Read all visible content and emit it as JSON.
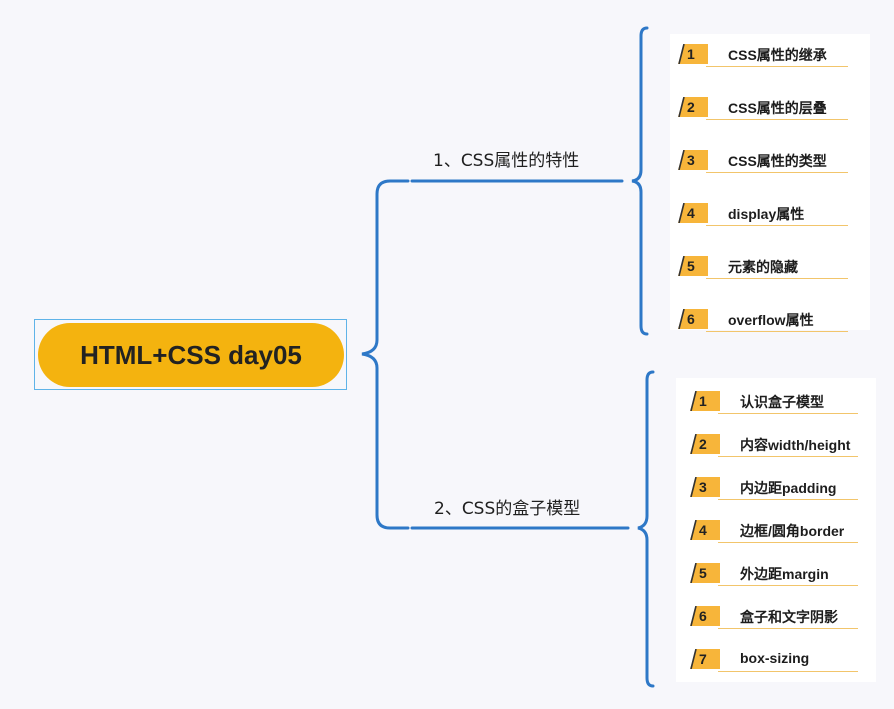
{
  "root": {
    "title": "HTML+CSS day05"
  },
  "branches": [
    {
      "label": "1、CSS属性的特性",
      "items": [
        {
          "num": "1",
          "text": "CSS属性的继承"
        },
        {
          "num": "2",
          "text": "CSS属性的层叠"
        },
        {
          "num": "3",
          "text": "CSS属性的类型"
        },
        {
          "num": "4",
          "text": "display属性"
        },
        {
          "num": "5",
          "text": "元素的隐藏"
        },
        {
          "num": "6",
          "text": "overflow属性"
        }
      ]
    },
    {
      "label": "2、CSS的盒子模型",
      "items": [
        {
          "num": "1",
          "text": "认识盒子模型"
        },
        {
          "num": "2",
          "text": "内容width/height"
        },
        {
          "num": "3",
          "text": "内边距padding"
        },
        {
          "num": "4",
          "text": "边框/圆角border"
        },
        {
          "num": "5",
          "text": "外边距margin"
        },
        {
          "num": "6",
          "text": "盒子和文字阴影"
        },
        {
          "num": "7",
          "text": "box-sizing"
        }
      ]
    }
  ],
  "colors": {
    "accent": "#f4b30f",
    "connector": "#2e78c7",
    "badge": "#f7b53a"
  }
}
